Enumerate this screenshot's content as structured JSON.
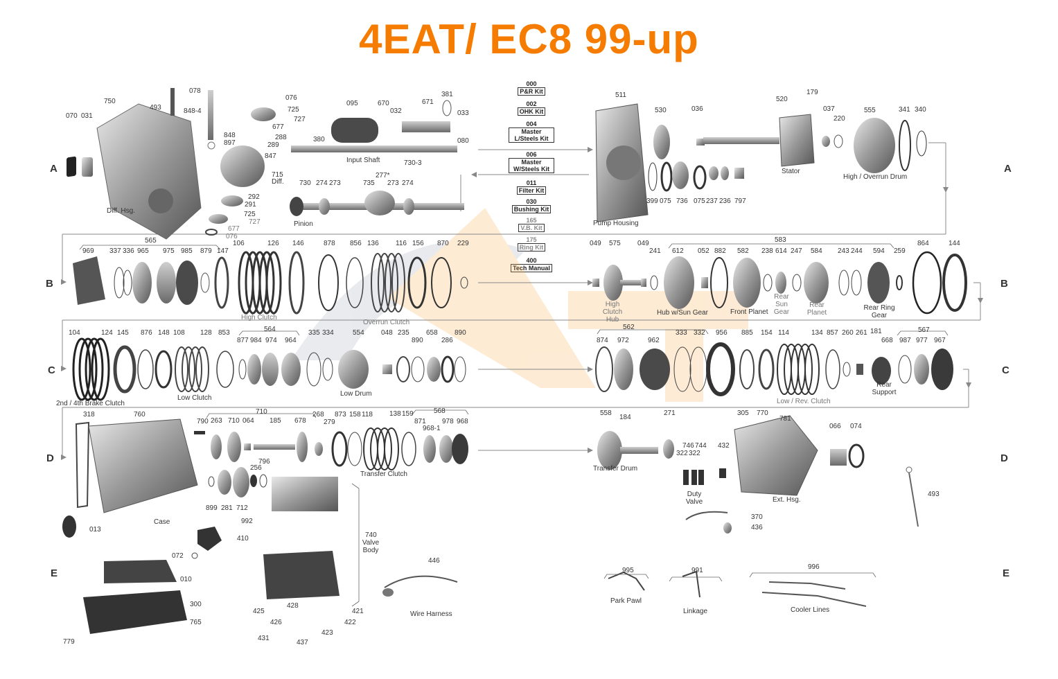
{
  "title": "4EAT/ EC8  99-up",
  "row_letters": [
    "A",
    "B",
    "C",
    "D",
    "E"
  ],
  "kits": [
    {
      "num": "000",
      "name": "P&R Kit"
    },
    {
      "num": "002",
      "name": "OHK Kit"
    },
    {
      "num": "004",
      "name": "Master L/Steels Kit"
    },
    {
      "num": "006",
      "name": "Master W/Steels Kit"
    },
    {
      "num": "011",
      "name": "Filter Kit"
    },
    {
      "num": "030",
      "name": "Bushing Kit"
    },
    {
      "num": "165",
      "name": "V.B. Kit"
    },
    {
      "num": "175",
      "name": "Ring Kit"
    },
    {
      "num": "400",
      "name": "Tech Manual"
    }
  ],
  "rowA": {
    "nums": [
      "070",
      "031",
      "750",
      "493",
      "078",
      "848-4",
      "848",
      "897",
      "076",
      "725",
      "727",
      "677",
      "288",
      "289",
      "847",
      "715",
      "292",
      "291",
      "725",
      "727",
      "677",
      "076",
      "095",
      "670",
      "032",
      "671",
      "381",
      "033",
      "080",
      "380",
      "730-3",
      "730",
      "274",
      "273",
      "735",
      "277*",
      "273",
      "274",
      "511",
      "530",
      "036",
      "520",
      "179",
      "037",
      "220",
      "555",
      "341",
      "340",
      "399",
      "075",
      "736",
      "075",
      "237",
      "236",
      "797"
    ],
    "names": [
      "Diff. Hsg.",
      "Diff.",
      "Input Shaft",
      "Pinion",
      "Pump Housing",
      "Stator",
      "High / Overrun Drum"
    ]
  },
  "rowB": {
    "nums": [
      "565",
      "969",
      "337",
      "336",
      "965",
      "975",
      "985",
      "879",
      "147",
      "106",
      "126",
      "146",
      "878",
      "856",
      "136",
      "116",
      "156",
      "870",
      "229",
      "049",
      "575",
      "049",
      "241",
      "583",
      "612",
      "052",
      "882",
      "582",
      "238",
      "614",
      "247",
      "584",
      "243",
      "244",
      "594",
      "259",
      "864",
      "144"
    ],
    "names": [
      "High Clutch",
      "Overrun Clutch",
      "High Clutch Hub",
      "Hub w/Sun Gear",
      "Front Planet",
      "Rear Sun Gear",
      "Rear Planet",
      "Rear Ring Gear"
    ]
  },
  "rowC": {
    "nums": [
      "104",
      "124",
      "145",
      "876",
      "148",
      "108",
      "128",
      "853",
      "564",
      "877",
      "984",
      "974",
      "964",
      "335",
      "334",
      "554",
      "048",
      "235",
      "890",
      "658",
      "286",
      "890",
      "562",
      "874",
      "972",
      "962",
      "333",
      "332",
      "956",
      "885",
      "154",
      "114",
      "134",
      "857",
      "260",
      "261",
      "181",
      "668",
      "567",
      "987",
      "977",
      "967"
    ],
    "names": [
      "2nd / 4th Brake Clutch",
      "Low Clutch",
      "Low Drum",
      "Low / Rev. Clutch",
      "Rear Support"
    ]
  },
  "rowD": {
    "nums": [
      "318",
      "760",
      "790",
      "710",
      "263",
      "710",
      "064",
      "185",
      "678",
      "268",
      "279",
      "873",
      "158",
      "118",
      "138",
      "159",
      "568",
      "871",
      "968-1",
      "978",
      "968",
      "013",
      "899",
      "281",
      "712",
      "256",
      "796",
      "992",
      "410",
      "072",
      "740",
      "558",
      "184",
      "271",
      "746",
      "744",
      "322",
      "322",
      "432",
      "305",
      "770",
      "781",
      "066",
      "074",
      "370",
      "436",
      "493"
    ],
    "names": [
      "Case",
      "Transfer Clutch",
      "Valve Body",
      "Transfer Drum",
      "Duty Valve",
      "Ext. Hsg."
    ]
  },
  "rowE": {
    "nums": [
      "010",
      "300",
      "765",
      "779",
      "425",
      "428",
      "421",
      "426",
      "422",
      "431",
      "437",
      "423",
      "446",
      "995",
      "991",
      "996"
    ],
    "names": [
      "Wire Harness",
      "Park Pawl",
      "Linkage",
      "Cooler Lines"
    ]
  }
}
